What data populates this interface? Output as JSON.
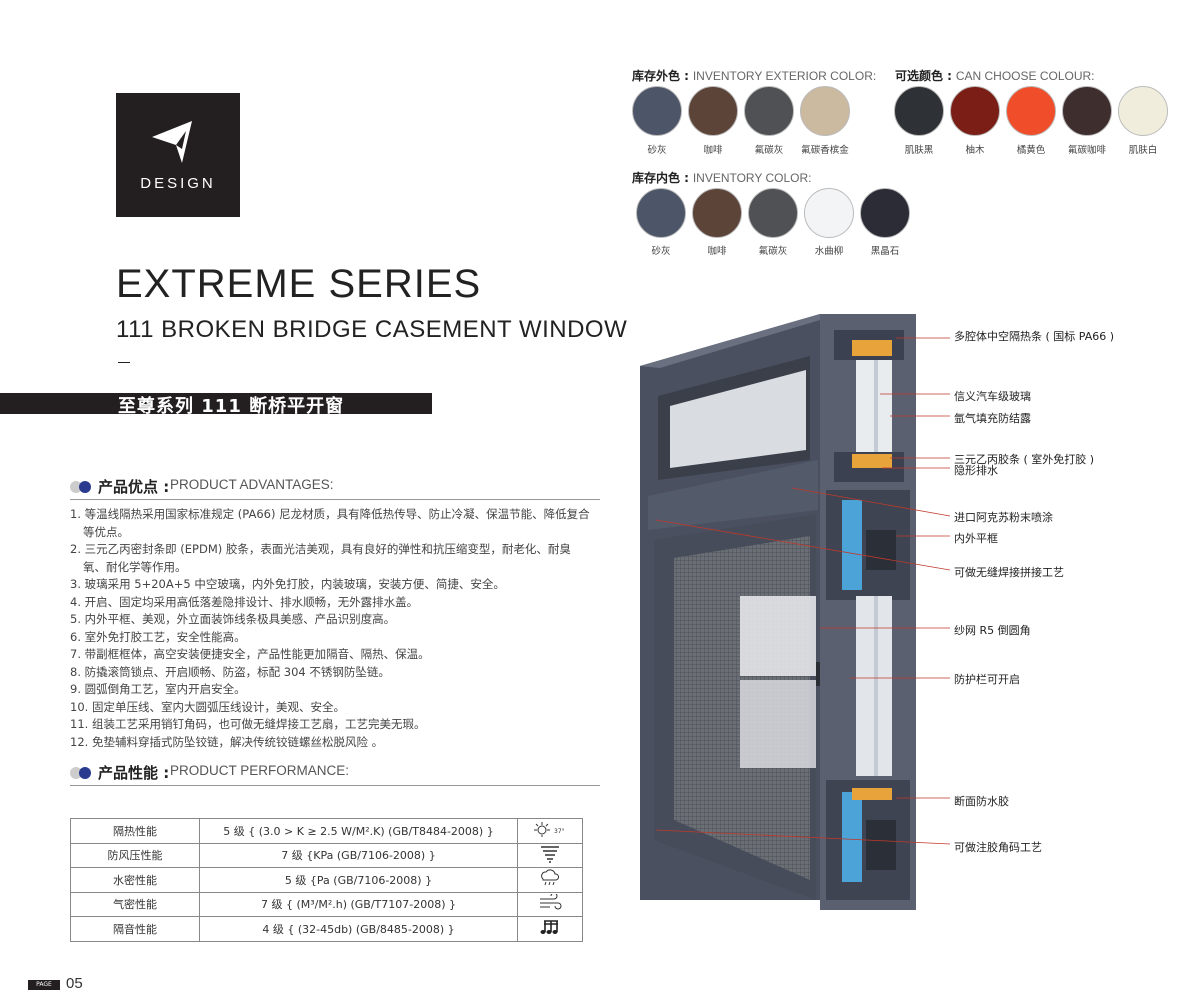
{
  "logo": {
    "text": "DESIGN"
  },
  "series": {
    "title": "EXTREME SERIES",
    "subtitle": "111 BROKEN BRIDGE CASEMENT WINDOW",
    "chinese_title": "至尊系列 111 断桥平开窗"
  },
  "advantages": {
    "heading_cn": "产品优点 :",
    "heading_en": "PRODUCT ADVANTAGES:",
    "items": [
      "1. 等温线隔热采用国家标准规定 (PA66) 尼龙材质，具有降低热传导、防止冷凝、保温节能、降低复合等优点。",
      "2. 三元乙丙密封条即 (EPDM) 胶条，表面光洁美观，具有良好的弹性和抗压缩变型，耐老化、耐臭氧、耐化学等作用。",
      "3. 玻璃采用 5+20A+5 中空玻璃，内外免打胶，内装玻璃，安装方便、简捷、安全。",
      "4. 开启、固定均采用高低落差隐排设计、排水顺畅，无外露排水盖。",
      "5. 内外平框、美观，外立面装饰线条极具美感、产品识别度高。",
      "6. 室外免打胶工艺，安全性能高。",
      "7. 带副框框体，高空安装便捷安全，产品性能更加隔音、隔热、保温。",
      "8. 防撬滚筒锁点、开启顺畅、防盗，标配 304 不锈钢防坠链。",
      "9. 圆弧倒角工艺，室内开启安全。",
      "10. 固定单压线、室内大圆弧压线设计，美观、安全。",
      "11. 组装工艺采用销钉角码，也可做无缝焊接工艺扇，工艺完美无瑕。",
      "12. 免垫辅料穿插式防坠铰链，解决传统铰链螺丝松脱风险 。"
    ]
  },
  "performance": {
    "heading_cn": "产品性能 :",
    "heading_en": "PRODUCT PERFORMANCE:",
    "rows": [
      {
        "name": "隔热性能",
        "value": "5 级 { (3.0 > K ≥ 2.5 W/M².K) (GB/T8484-2008) }",
        "icon": "sun-temperature-icon"
      },
      {
        "name": "防风压性能",
        "value": "7 级 {KPa  (GB/7106-2008) }",
        "icon": "tornado-icon"
      },
      {
        "name": "水密性能",
        "value": "5 级 {Pa  (GB/7106-2008) }",
        "icon": "rain-cloud-icon"
      },
      {
        "name": "气密性能",
        "value": "7 级 { (M³/M².h)  (GB/T7107-2008) }",
        "icon": "wind-icon"
      },
      {
        "name": "隔音性能",
        "value": "4 级 { (32-45db)  (GB/8485-2008) }",
        "icon": "music-note-icon"
      }
    ]
  },
  "colors": {
    "exterior": {
      "title_cn": "库存外色 :",
      "title_en": "INVENTORY EXTERIOR COLOR:",
      "swatches": [
        {
          "label": "砂灰",
          "color": "#4d5568"
        },
        {
          "label": "咖啡",
          "color": "#5c4438"
        },
        {
          "label": "氟碳灰",
          "color": "#4f5155"
        },
        {
          "label": "氟碳香槟金",
          "color": "#cbb9a0"
        }
      ]
    },
    "optional": {
      "title_cn": "可选颜色 :",
      "title_en": "CAN CHOOSE COLOUR:",
      "swatches": [
        {
          "label": "肌肤黑",
          "color": "#2e3236"
        },
        {
          "label": "柚木",
          "color": "#7a1e16"
        },
        {
          "label": "橘黄色",
          "color": "#f04e2a"
        },
        {
          "label": "氟碳咖啡",
          "color": "#3f2e2e"
        },
        {
          "label": "肌肤白",
          "color": "#f1eddc"
        }
      ]
    },
    "interior": {
      "title_cn": "库存内色 :",
      "title_en": "INVENTORY COLOR:",
      "swatches": [
        {
          "label": "砂灰",
          "color": "#4d5568"
        },
        {
          "label": "咖啡",
          "color": "#5c4438"
        },
        {
          "label": "氟碳灰",
          "color": "#4f5155"
        },
        {
          "label": "水曲柳",
          "color": "#f3f4f6"
        },
        {
          "label": "黑晶石",
          "color": "#2b2c35"
        }
      ]
    }
  },
  "callouts": [
    "多腔体中空隔热条 ( 国标 PA66 )",
    "信义汽车级玻璃",
    "氩气填充防结露",
    "三元乙丙胶条 ( 室外免打胶 )",
    "隐形排水",
    "进口阿克苏粉末喷涂",
    "内外平框",
    "可做无缝焊接拼接工艺",
    "纱网 R5 倒圆角",
    "防护栏可开启",
    "断面防水胶",
    "可做注胶角码工艺"
  ],
  "footer": {
    "page_label": "PAGE",
    "page_number": "05"
  }
}
